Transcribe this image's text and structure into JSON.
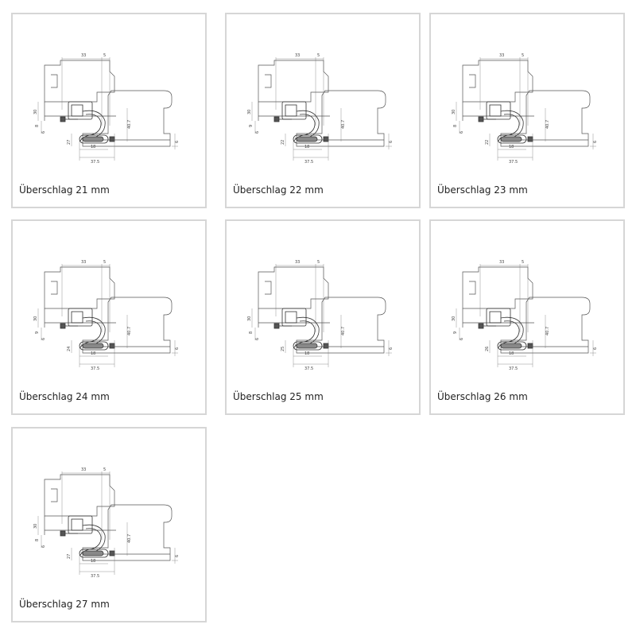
{
  "colors": {
    "border": "#d6d6d6",
    "line": "#555555",
    "caption": "#222222"
  },
  "cards": [
    {
      "caption": "Überschlag 21 mm",
      "dims": {
        "top": "33",
        "top_small": "5",
        "left": "30",
        "left_small_a": "8",
        "left_small_b": "6",
        "gap": "27",
        "bottom_a": "18",
        "bottom_b": "37.5",
        "height": "40.7",
        "right_small": "6"
      }
    },
    {
      "caption": "Überschlag 22 mm",
      "dims": {
        "top": "33",
        "top_small": "5",
        "left": "30",
        "left_small_a": "9",
        "left_small_b": "6",
        "gap": "22",
        "bottom_a": "18",
        "bottom_b": "37.5",
        "height": "40.7",
        "right_small": "6"
      }
    },
    {
      "caption": "Überschlag 23 mm",
      "dims": {
        "top": "33",
        "top_small": "5",
        "left": "30",
        "left_small_a": "8",
        "left_small_b": "6",
        "gap": "22",
        "bottom_a": "18",
        "bottom_b": "37.5",
        "height": "40.7",
        "right_small": "6"
      }
    },
    {
      "caption": "Überschlag 24 mm",
      "dims": {
        "top": "33",
        "top_small": "5",
        "left": "30",
        "left_small_a": "9",
        "left_small_b": "6",
        "gap": "24",
        "bottom_a": "18",
        "bottom_b": "37.5",
        "height": "40.7",
        "right_small": "6"
      }
    },
    {
      "caption": "Überschlag 25 mm",
      "dims": {
        "top": "33",
        "top_small": "5",
        "left": "30",
        "left_small_a": "8",
        "left_small_b": "6",
        "gap": "25",
        "bottom_a": "18",
        "bottom_b": "37.5",
        "height": "40.7",
        "right_small": "6"
      }
    },
    {
      "caption": "Überschlag 26 mm",
      "dims": {
        "top": "33",
        "top_small": "5",
        "left": "30",
        "left_small_a": "9",
        "left_small_b": "6",
        "gap": "26",
        "bottom_a": "18",
        "bottom_b": "37.5",
        "height": "40.7",
        "right_small": "6"
      }
    },
    {
      "caption": "Überschlag 27 mm",
      "dims": {
        "top": "33",
        "top_small": "5",
        "left": "30",
        "left_small_a": "8",
        "left_small_b": "6",
        "gap": "27",
        "bottom_a": "18",
        "bottom_b": "37.5",
        "height": "40.7",
        "right_small": "6"
      }
    }
  ]
}
